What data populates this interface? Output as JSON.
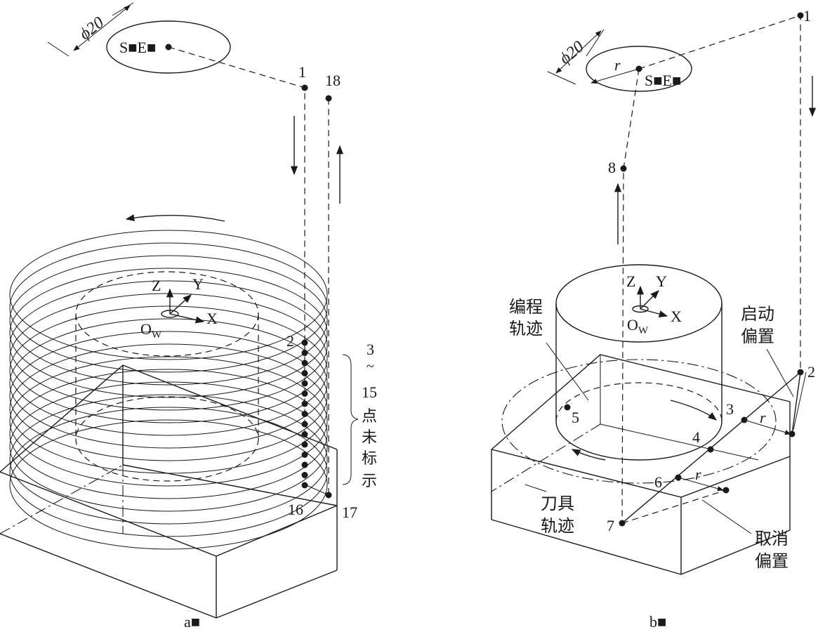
{
  "panel_a": {
    "caption": "a■",
    "diameter": "ϕ20",
    "start_end": "S■E■",
    "point_labels": [
      "1",
      "18",
      "2",
      "16",
      "17"
    ],
    "range_top": "3",
    "range_tilde": "~",
    "range_bottom": "15",
    "range_note": [
      "点",
      "未",
      "标",
      "示"
    ],
    "axes": {
      "z": "Z",
      "y": "Y",
      "x": "X",
      "origin": "O",
      "origin_sub": "W"
    }
  },
  "panel_b": {
    "caption": "b■",
    "diameter": "ϕ20",
    "radius": "r",
    "start_end": "S■E■",
    "point_labels": [
      "1",
      "2",
      "3",
      "4",
      "5",
      "6",
      "7",
      "8"
    ],
    "programmed_path": [
      "编程",
      "轨迹"
    ],
    "start_offset": [
      "启动",
      "偏置"
    ],
    "tool_path": [
      "刀具",
      "轨迹"
    ],
    "cancel_offset": [
      "取消",
      "偏置"
    ],
    "axes": {
      "z": "Z",
      "y": "Y",
      "x": "X",
      "origin": "O",
      "origin_sub": "W"
    }
  }
}
